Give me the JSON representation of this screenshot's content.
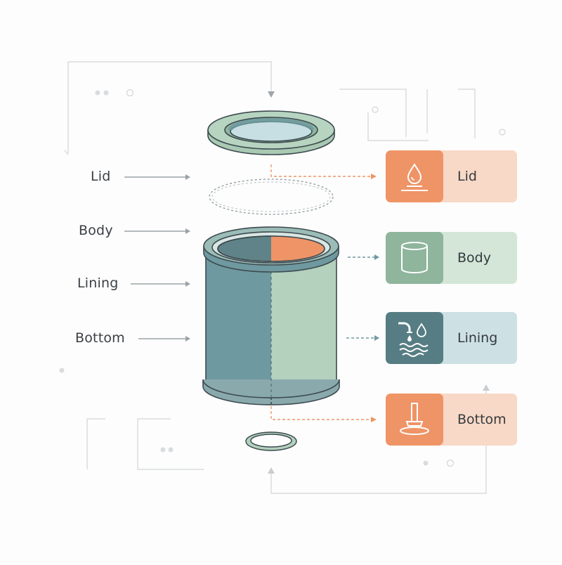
{
  "labels": {
    "lid": "Lid",
    "body": "Body",
    "lining": "Lining",
    "bottom": "Bottom"
  },
  "cards": [
    {
      "id": "lid",
      "label": "Lid",
      "icon": "drop-icon",
      "icon_bg": "#ef9466",
      "bg": "#f8d8c6"
    },
    {
      "id": "body",
      "label": "Body",
      "icon": "cylinder-icon",
      "icon_bg": "#8fb59d",
      "bg": "#d3e6d8"
    },
    {
      "id": "lining",
      "label": "Lining",
      "icon": "water-tap-icon",
      "icon_bg": "#567d83",
      "bg": "#cde0e4"
    },
    {
      "id": "bottom",
      "label": "Bottom",
      "icon": "press-icon",
      "icon_bg": "#ef9466",
      "bg": "#f8d8c6"
    }
  ],
  "colors": {
    "teal": "#6f99a0",
    "sage": "#b3d1bd",
    "orange": "#ef9466",
    "outline": "#3c4a4f"
  }
}
